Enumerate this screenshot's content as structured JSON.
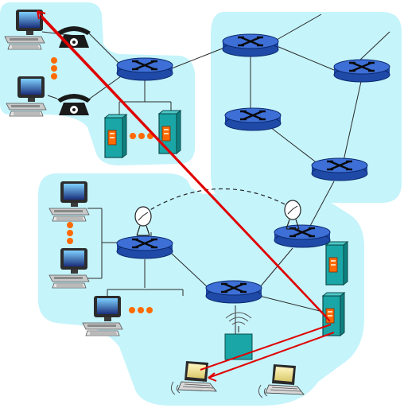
{
  "colors": {
    "region_fill": "#c5f4fb",
    "router_top": "#3d6fd6",
    "router_body": "#1f4aa8",
    "router_stroke": "#0c2a6e",
    "link": "#2a2a2a",
    "path": "#e00000",
    "server_teal": "#1aa6a6",
    "server_orange": "#ff6a00",
    "dots": "#ff6a00",
    "wireless_link": "#222222"
  },
  "icons": {
    "router": "router-icon",
    "server": "server-icon",
    "desktop": "desktop-computer-icon",
    "phone": "telephone-icon",
    "laptop": "laptop-icon",
    "satellite_dish": "satellite-dish-icon",
    "access_point": "wireless-access-point-icon",
    "ellipsis": "ellipsis-dots-icon"
  },
  "diagram": {
    "regions": [
      "home-network-region",
      "isp-core-region",
      "institutional-network-region"
    ],
    "routers": [
      "router-home-edge",
      "router-core-top",
      "router-core-right",
      "router-core-middle",
      "router-core-bottom",
      "router-campus-left",
      "router-campus-center",
      "router-campus-right"
    ],
    "end_systems": [
      "desktop-home-top",
      "desktop-home-bottom",
      "phone-home-top",
      "phone-home-bottom",
      "server-home-left",
      "server-home-right",
      "desktop-campus-1",
      "desktop-campus-2",
      "desktop-campus-3",
      "server-campus-top",
      "server-campus-bottom",
      "laptop-left",
      "laptop-right"
    ],
    "highlighted_path": "red-end-to-end-path"
  }
}
